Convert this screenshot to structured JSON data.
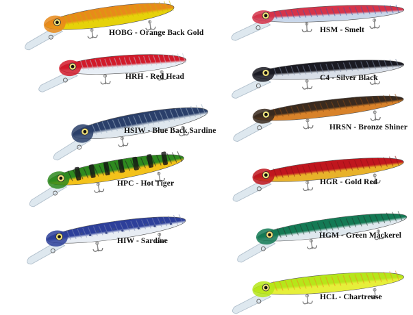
{
  "lures": [
    {
      "id": "hobg",
      "code": "HOBG",
      "name": "Orange Back Gold",
      "caption": "HOBG - Orange Back Gold",
      "back": "#e88a1a",
      "belly": "#e6d20a",
      "accent": "#c9b800"
    },
    {
      "id": "hrh",
      "code": "HRH",
      "name": "Red Head",
      "caption": "HRH - Red Head",
      "back": "#d21a2a",
      "belly": "#e8eef5",
      "accent": "#b9c6d4"
    },
    {
      "id": "hsiw",
      "code": "HSIW",
      "name": "Blue Back Sardine",
      "caption": "HSIW - Blue Back Sardine",
      "back": "#2a3f6a",
      "belly": "#dfe7ee",
      "accent": "#9fb3c7"
    },
    {
      "id": "hpc",
      "code": "HPC",
      "name": "Hot Tiger",
      "caption": "HPC - Hot Tiger",
      "back": "#2e8a1f",
      "belly": "#f3c21a",
      "accent": "#1c1c1c"
    },
    {
      "id": "hiw",
      "code": "HIW",
      "name": "Sardine",
      "caption": "HIW - Sardine",
      "back": "#2d3f9a",
      "belly": "#e8edf4",
      "accent": "#7a86b6"
    },
    {
      "id": "hsm",
      "code": "HSM",
      "name": "Smelt",
      "caption": "HSM - Smelt",
      "back": "#d6344a",
      "belly": "#c9d7ea",
      "accent": "#3e5aa8"
    },
    {
      "id": "c4",
      "code": "C4",
      "name": "Silver Black",
      "caption": "C4 - Silver Black",
      "back": "#1a1a22",
      "belly": "#d9dfe8",
      "accent": "#7e8aa2"
    },
    {
      "id": "hrsn",
      "code": "HRSN",
      "name": "Bronze Shiner",
      "caption": "HRSN - Bronze Shiner",
      "back": "#3a2a1e",
      "belly": "#d8822a",
      "accent": "#8b4a16"
    },
    {
      "id": "hgr",
      "code": "HGR",
      "name": "Gold Red",
      "caption": "HGR - Gold Red",
      "back": "#c0161e",
      "belly": "#e8b22a",
      "accent": "#8e1016"
    },
    {
      "id": "hgm",
      "code": "HGM",
      "name": "Green Mackerel",
      "caption": "HGM - Green Mackerel",
      "back": "#147a55",
      "belly": "#dfe8ee",
      "accent": "#1e3a2e"
    },
    {
      "id": "hcl",
      "code": "HCL",
      "name": "Chartreuse",
      "caption": "HCL - Chartreuse",
      "back": "#b6e61a",
      "belly": "#e6ef3a",
      "accent": "#f08a1a"
    }
  ]
}
